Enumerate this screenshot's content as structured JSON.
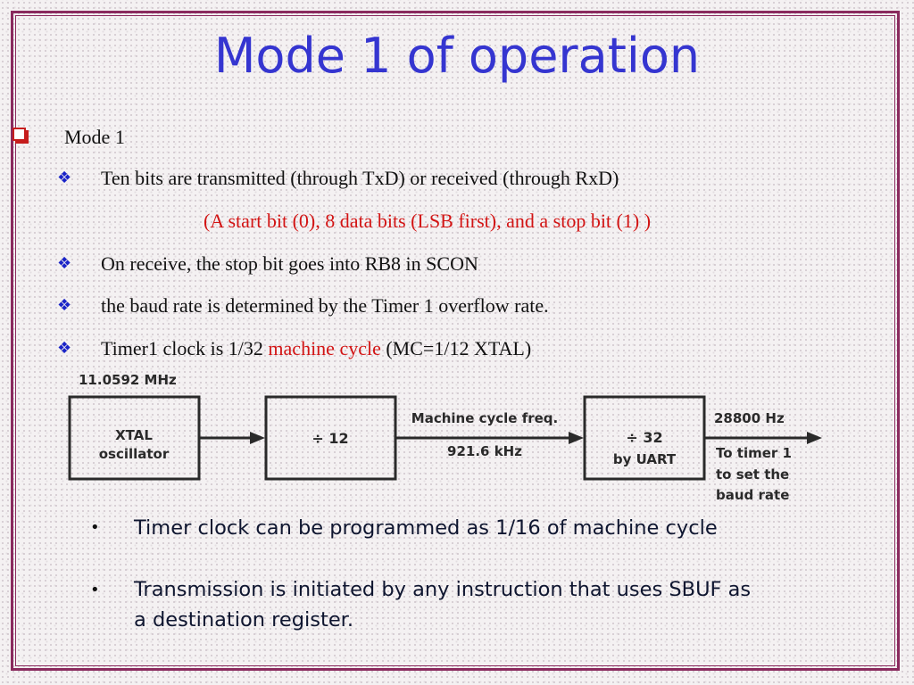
{
  "slide": {
    "title": "Mode 1 of operation",
    "level1": {
      "text": "Mode 1"
    },
    "level2": [
      {
        "text": "Ten bits are transmitted (through TxD) or received (through RxD)"
      },
      {
        "text": "On receive, the stop bit goes into RB8 in SCON"
      },
      {
        "text": "the baud rate is determined by the Timer 1 overflow rate."
      }
    ],
    "note_red": "(A start bit (0), 8 data bits (LSB first), and a stop bit (1) )",
    "timer_line": {
      "pre": "Timer1 clock is 1/32 ",
      "highlight": "machine cycle",
      "post": " (MC=1/12  XTAL)"
    },
    "colors": {
      "title": "#3535d0",
      "highlight": "#d21414",
      "border": "#8a2a5e",
      "diamond_bullet": "#1a24c8",
      "square_bullet": "#c61d1d"
    },
    "icons": {
      "level1_bullet": "hollow-square-bullet",
      "level2_bullet": "diamond-cluster-bullet",
      "level3_bullet": "dot-bullet"
    }
  },
  "diagram": {
    "freq_top": "11.0592 MHz",
    "box1_line1": "XTAL",
    "box1_line2": "oscillator",
    "box2": "÷ 12",
    "mid_label1": "Machine cycle freq.",
    "mid_label2": "921.6 kHz",
    "box3_line1": "÷ 32",
    "box3_line2": "by UART",
    "out_freq": "28800 Hz",
    "out_line1": "To timer 1",
    "out_line2": "to set the",
    "out_line3": "baud rate"
  },
  "bullets": [
    {
      "lines": [
        "Timer clock can be programmed  as 1/16 of machine cycle"
      ]
    },
    {
      "lines": [
        "Transmission is initiated by any instruction that uses SBUF as",
        "a destination register."
      ]
    }
  ]
}
